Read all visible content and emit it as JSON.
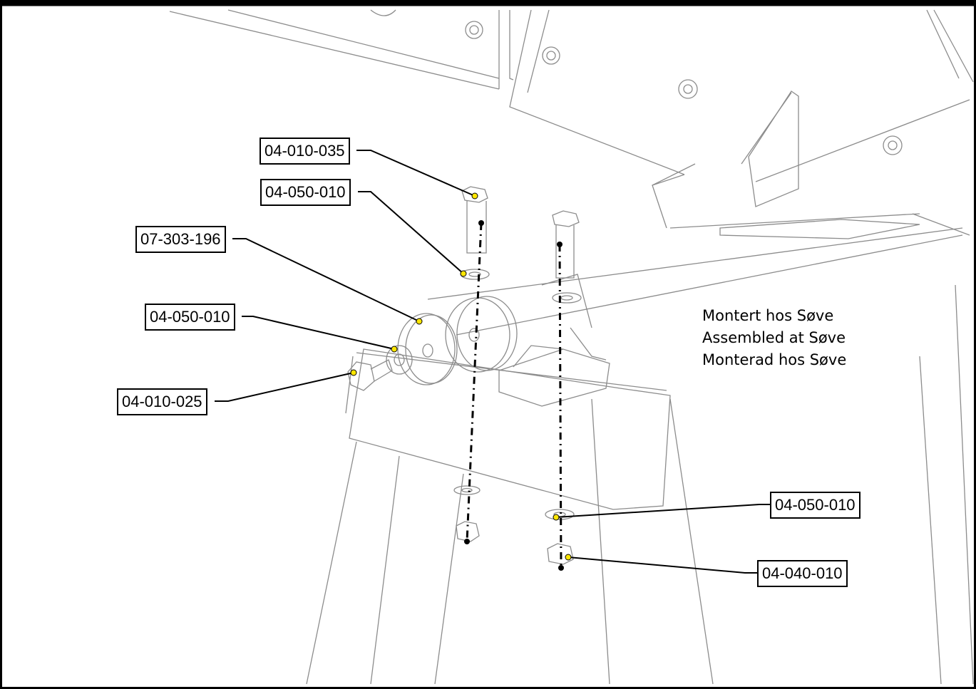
{
  "callouts": [
    {
      "id": "c1",
      "part": "04-010-035"
    },
    {
      "id": "c2",
      "part": "04-050-010"
    },
    {
      "id": "c3",
      "part": "07-303-196"
    },
    {
      "id": "c4",
      "part": "04-050-010"
    },
    {
      "id": "c5",
      "part": "04-010-025"
    },
    {
      "id": "c6",
      "part": "04-050-010"
    },
    {
      "id": "c7",
      "part": "04-040-010"
    }
  ],
  "note": {
    "line1": "Montert hos Søve",
    "line2": "Assembled at Søve",
    "line3": "Monterad hos Søve"
  },
  "colors": {
    "line": "#000000",
    "drawing": "#9a9a9a",
    "marker": "#ffe600"
  }
}
